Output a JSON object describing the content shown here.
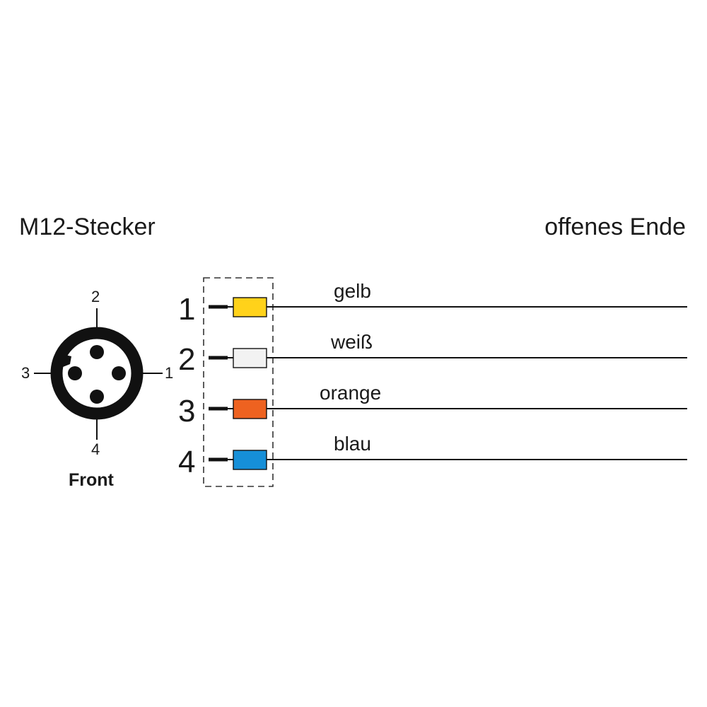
{
  "titles": {
    "left": "M12-Stecker",
    "right": "offenes Ende"
  },
  "connector": {
    "view_label": "Front",
    "pin_labels": {
      "top": "2",
      "left": "3",
      "right": "1",
      "bottom": "4"
    }
  },
  "wires": [
    {
      "pin": "1",
      "label": "gelb",
      "color": "#ffd21a"
    },
    {
      "pin": "2",
      "label": "weiß",
      "color": "#f2f2f2"
    },
    {
      "pin": "3",
      "label": "orange",
      "color": "#ee6220"
    },
    {
      "pin": "4",
      "label": "blau",
      "color": "#168fd8"
    }
  ]
}
